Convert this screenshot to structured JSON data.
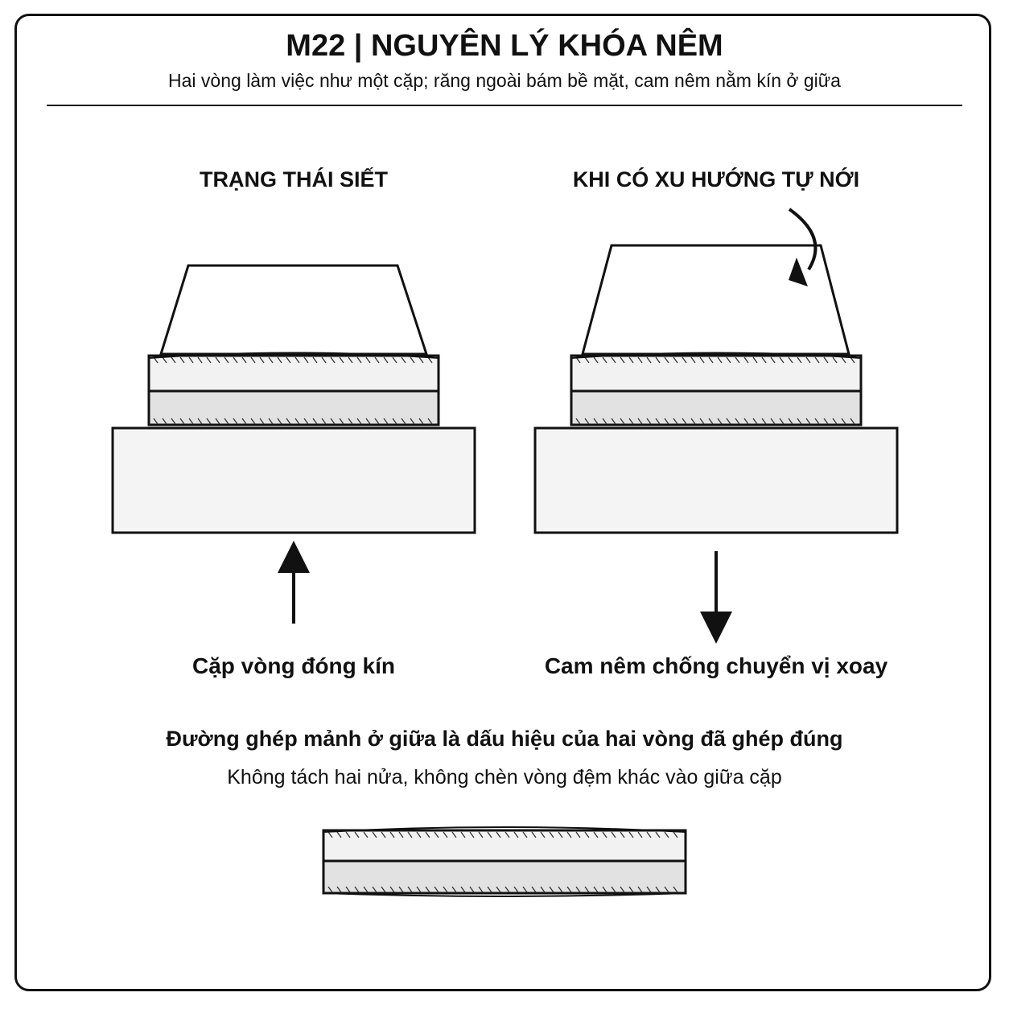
{
  "header": {
    "title": "M22 | NGUYÊN LÝ KHÓA NÊM",
    "subtitle": "Hai vòng làm việc như một cặp; răng ngoài bám bề mặt, cam nêm nằm kín ở giữa"
  },
  "panels": [
    {
      "title": "TRẠNG THÁI SIẾT",
      "caption": "Cặp vòng đóng kín"
    },
    {
      "title": "KHI CÓ XU HƯỚNG TỰ NỚI",
      "caption": "Cam nêm chống chuyển vị xoay"
    }
  ],
  "footer": {
    "note": "Đường ghép mảnh ở giữa là dấu hiệu của hai vòng đã ghép đúng",
    "subnote": "Không tách hai nửa, không chèn vòng đệm khác vào giữa cặp"
  },
  "colors": {
    "line": "#111111",
    "washer_upper": "#f2f2f2",
    "washer_lower": "#e2e2e2",
    "base": "#f4f4f4"
  }
}
